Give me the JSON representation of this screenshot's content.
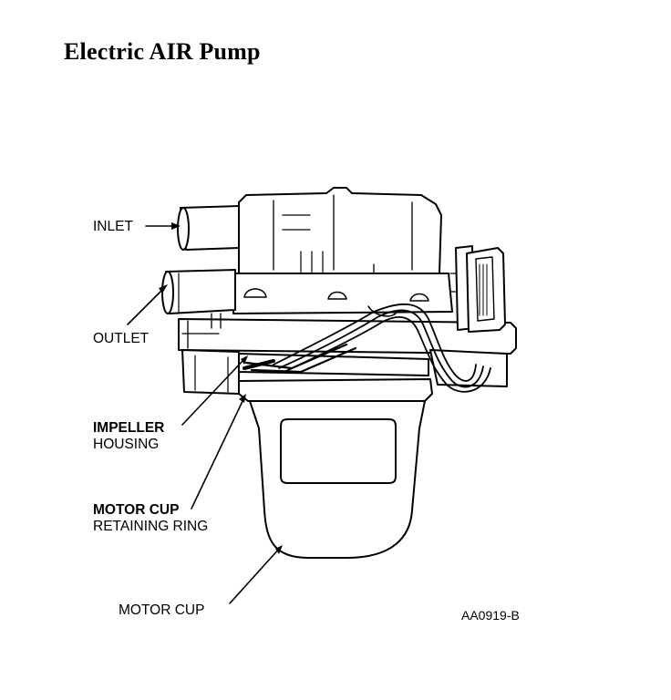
{
  "title": "Electric AIR Pump",
  "labels": {
    "inlet": "INLET",
    "outlet": "OUTLET",
    "impeller_line1": "IMPELLER",
    "impeller_line2": "HOUSING",
    "motor_cup_ring_line1": "MOTOR CUP",
    "motor_cup_ring_line2": "RETAINING RING",
    "motor_cup": "MOTOR CUP"
  },
  "figure_code": "AA0919-B",
  "colors": {
    "ink": "#000000",
    "paper": "#ffffff"
  }
}
